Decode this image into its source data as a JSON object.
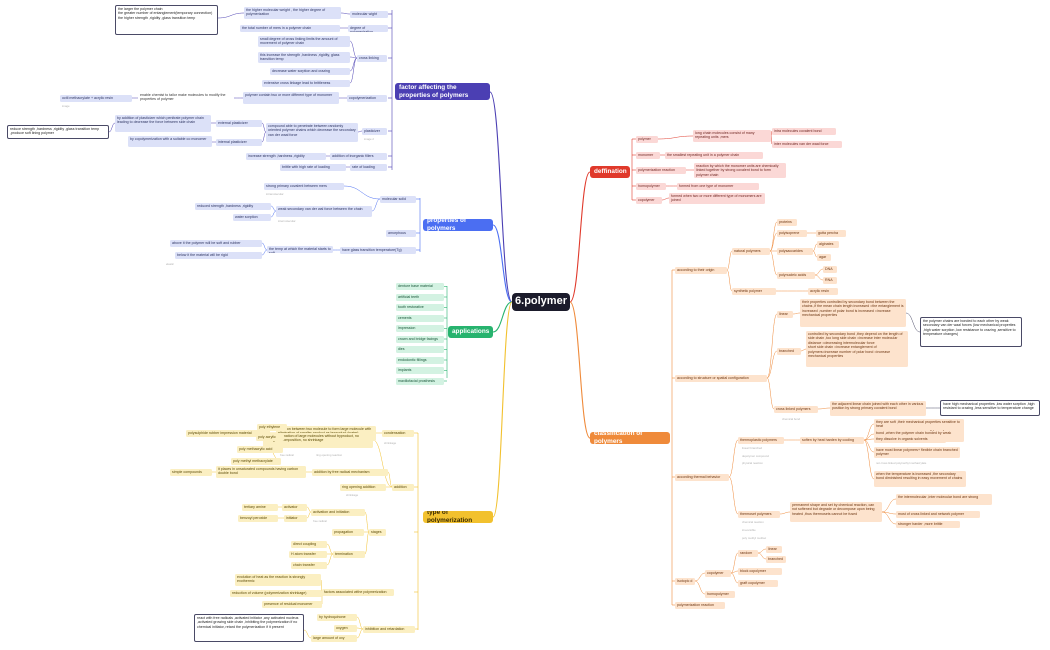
{
  "map": {
    "central_topic": "6.polymer",
    "branches": {
      "factors": "factor affecting the properties of polymers",
      "properties": "properties of polymers",
      "applications": "applications",
      "polymerization": "type of polymerization",
      "definition": "deffination",
      "classification": "classification of polymers"
    },
    "factors": {
      "molecular_wight": "molecular wight",
      "mw_note": "the higher molecular weight , the higher degree of polymerization",
      "mw_box": "the larger the polymer chain\nthe greater number of entanglement(temporary connection)\nthe higher strength ,rigidity ,glass transition temp",
      "degree_of_polymerization": "degree of polymerization",
      "dp_note": "the total number of mers in a polymer chain",
      "cross_linking": "cross linking",
      "cl_note_1": "small degree of cross linking limits the amount of movement of polymer chain",
      "cl_note_2": "this increase the strength ,hardness ,rigidity, glass transition temp",
      "cl_note_3": "decrease water sorption and crazing",
      "cl_note_4": "extensive cross linkage lead to brittleness",
      "copolymerization": "copolymerization",
      "copo_note": "polymer contain two or more different type of monomer",
      "copo_note_2": "enable chemist to tailor make molecules to modify the properties of polymer",
      "copo_note_3": "octil methacrylate + acrylic resin",
      "copo_gray": "image",
      "plasticizer": "plasticizer",
      "plasticizer_gray": "image 2",
      "plast_note": "compound able to penetrate between randomly oriented polymer chains which decrease the secondary van der waal force",
      "external_plasticizer": "external plasticizer",
      "ext_note": "by addition of plasticizer which penitrate polymer chain leading to decrease the force between side chain",
      "ext_box": "reduce strength ,hardness ,rigidity ,glass transition temp ,produce soft lining polymer",
      "internal_plasticizer": "internal plasticizer",
      "int_note": "by copolymerization with a suitable co monomer",
      "inorganic_fillers": "addition of inorganic fillers",
      "fillers_note": "increase strength ,hardness ,rigidity",
      "rate_of_loading": "rate of loading",
      "loading_note": "brittle with high rate of loading"
    },
    "properties": {
      "molecular_solid": "molecular solid",
      "ms_note_1": "strong primary covalent between mers",
      "ms_gray_1": "intramolecular",
      "ms_note_2": "weak secondary van der wal force between the chain",
      "ms_gray_2": "intermolecular",
      "ms_note_3": "reduced strength ,hardness ,rigidity",
      "ms_note_4": "water sorption",
      "amorphous": "amorphous",
      "glass_transition": "have glass transition temperature(Tg)",
      "tg_note": "the temp at which the material starts to soft",
      "tg_above": "above it the polymer will be soft and rubber",
      "tg_below": "below it the material will be rigid",
      "tg_gray": "elastic"
    },
    "applications": [
      "denture base material",
      "artificial teeth",
      "tooth restorative",
      "cements",
      "impression",
      "crown and bridge facings",
      "dies",
      "endodontic fillings",
      "implants",
      "maxillofacial prosthesis"
    ],
    "polymerization": {
      "condensation": "condensation",
      "cond_note": "reaction between two molecule to form large molecule with elimination of smaller product as byproduct (water)",
      "cond_example": "polysulphide rubber impression material",
      "cond_gray": "shrinkage",
      "addition": "addition",
      "add_note": "result in formation of large molecules without byproduct, no change in composition, no shrinkage",
      "add_examples": [
        "poly ethylene",
        "poly acrylic",
        "poly methacrylic acid",
        "poly methyl methacrylate"
      ],
      "add_gray_1": "free radical",
      "add_gray_2": "ring opening reaction",
      "free_radical": "addition by free radical mechanism",
      "fr_note": "it places in unsaturated compounds having carbon double bond",
      "simple_compounds": "simple compounds",
      "ring_opening": "ring opening addition",
      "ro_gray": "shrinkage",
      "stages": "stages",
      "activation": "activation and initiation",
      "activator": "activator",
      "initiator": "initiator",
      "tertiary_amine": "tertiary amine",
      "benzoyl_peroxide": "benzoyl peroxide",
      "act_gray": "free radical",
      "propagation": "propagation",
      "termination": "termination",
      "term_1": "direct coupling",
      "term_2": "H atom transfer",
      "term_3": "chain transfer",
      "factors": "factors associated withe polymerization",
      "factor_1": "evolution of heat as the reaction is strongly exothermic",
      "factor_2": "reduction of volume (polymerization shrinkage)",
      "factor_3": "presence of residual monomer",
      "inhibition": "inhibition and retardation",
      "inh_1": "by hydroquinone",
      "inh_2": "oxygen",
      "inh_3": "large amount of oxy",
      "inh_box": "react with free radicals ,activated initiator ,any activated nucleus ,activated growing side chain ,inhibiting the polymerization if no chemical initiator, retard the polymerization if it present"
    },
    "definition": {
      "polymer": "polymer",
      "polymer_note": "long chain molecules consist of many repeating units ,mers",
      "intra": "intra molecules covalent bond",
      "inter": "inter molecules van der waal force",
      "monomer": "monomer",
      "monomer_note": "the smallest repeating unit in a polymer chain",
      "polymerization": "polymerization reaction",
      "polymerization_note": "reaction by which the monomer units are chemically linked together by strong covalent bond to form polymer chain",
      "homopolymer": "homopolymer",
      "homopolymer_note": "formed from one type of monomer",
      "copolymer": "copolymer",
      "copolymer_note": "formed when two or more different type of monomers are joined"
    },
    "classification": {
      "origin": "according to their origin",
      "natural": "natural polymers",
      "proteins": "proteins",
      "polyisoprene": "polyisoprene",
      "gutta": "gutta percha",
      "polysaccharides": "polysaccarides",
      "alginates": "alginates",
      "agar": "agar",
      "nucleic": "polynucleic acids",
      "dna": "DNA",
      "rna": "RNA",
      "synthetic": "synthetic polymer",
      "acrylic": "acrylic resin",
      "structure": "according to structure or spatial configuration",
      "linear": "linear",
      "linear_note": "their properties controlled by secondary bond between the chains ,if the mean chain length increased =the entanglement is increased ,number of polar bond is increased =increase mechanical properties",
      "linear_box": "the polymer chains are bonded to each other by weak secondary van der waal forces (low mechanical properties ,high water sorption ,low resistance to crazing ,sensitive to temperature changes)",
      "branched": "branched",
      "branched_note": "controlled by secondary bond ,they depend on the length of side chain ,too long side chain =increase inter molecular distance =decreasing intermolecular force\nshort side chain =increase entanglement of polymers=increase number of polar bond =increase mechanical properties",
      "cross_linked": "cross linked polymers",
      "cross_note": "the adjacent linear chain joined with each other in various position by strong primary covalent bond",
      "cross_box": "have high mechanical properties ,low water sorption ,high resistant to crazing ,less sensitive to temperature change",
      "cross_gray": "chemical bond",
      "thermal": "according thermal behavior",
      "thermoplastic": "thermoplastic polymers",
      "tp_note": "soften by heat harden by cooling",
      "tp_gray_1": "linear/ branched",
      "tp_gray_2": "depolymer compound",
      "tp_gray_3": "physical reaction",
      "tp_n1": "the intra molecular bond are strong primary covalent bond ,when the polymer chain bonded by weak secondary bond",
      "tp_n2": "they are soft ,their mechanical properties sensitive to heat",
      "tp_n3": "they dissolve in organic solvents",
      "tp_n4": "have most linear polymers+ flexible chain branched polymer",
      "tp_gray_4": "not cross linked polymethyl methacrylate",
      "tp_n5": "when the temperature is increased ,the secondary bond diminished resulting in easy movement of chains",
      "thermoset": "thermoset polymers",
      "ts_note": "permanent shape and set by chemical reaction, can not softened but degrade or decompose upon being heated ,thus thermosets cannot be fused",
      "ts_gray_1": "chemical reaction",
      "ts_gray_2": "irreversible",
      "ts_gray_3": "poly methyl methac",
      "ts_n1": "the intermolecular ,inter molecular bond are strong",
      "ts_n2": "most of cross linked and network polymer",
      "ts_n3": "stronger harder ,more brittle",
      "isotopic": "Isotopic d",
      "copolymer": "copolymer",
      "random": "random",
      "linear2": "linear",
      "branched2": "branched",
      "block": "block copolymer",
      "graft": "graft copolymer",
      "homopolymer": "homopolymer",
      "polymerization_reaction": "polymerization reaction"
    },
    "colors": {
      "root": "#1b1b2b",
      "factors": "#4b3fb3",
      "properties": "#4b6ef2",
      "applications": "#27b36e",
      "polymerization": "#f2c12e",
      "definition": "#e0392b",
      "classification": "#ef8a3a"
    }
  }
}
